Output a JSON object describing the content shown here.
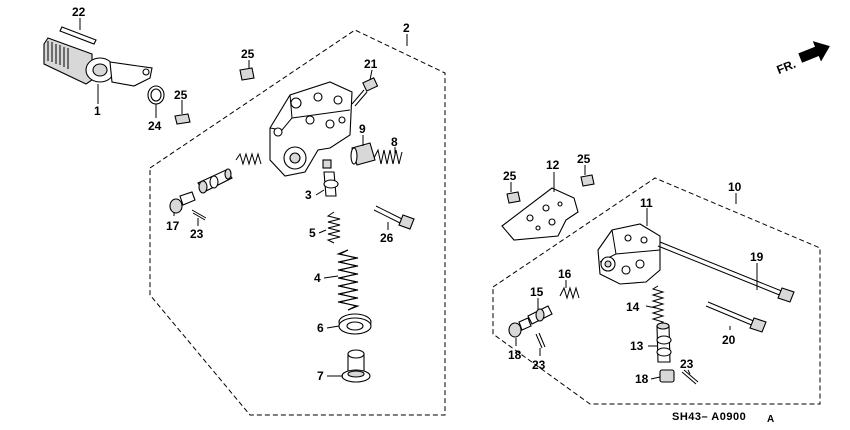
{
  "callouts": [
    {
      "id": "c22",
      "text": "22"
    },
    {
      "id": "c1",
      "text": "1"
    },
    {
      "id": "c24",
      "text": "24"
    },
    {
      "id": "c25a",
      "text": "25"
    },
    {
      "id": "c25b",
      "text": "25"
    },
    {
      "id": "c2",
      "text": "2"
    },
    {
      "id": "c21",
      "text": "21"
    },
    {
      "id": "c9",
      "text": "9"
    },
    {
      "id": "c8",
      "text": "8"
    },
    {
      "id": "c3",
      "text": "3"
    },
    {
      "id": "c17",
      "text": "17"
    },
    {
      "id": "c23a",
      "text": "23"
    },
    {
      "id": "c5",
      "text": "5"
    },
    {
      "id": "c26",
      "text": "26"
    },
    {
      "id": "c4",
      "text": "4"
    },
    {
      "id": "c6",
      "text": "6"
    },
    {
      "id": "c7",
      "text": "7"
    },
    {
      "id": "c12",
      "text": "12"
    },
    {
      "id": "c25c",
      "text": "25"
    },
    {
      "id": "c25d",
      "text": "25"
    },
    {
      "id": "c10",
      "text": "10"
    },
    {
      "id": "c11",
      "text": "11"
    },
    {
      "id": "c19",
      "text": "19"
    },
    {
      "id": "c16",
      "text": "16"
    },
    {
      "id": "c15",
      "text": "15"
    },
    {
      "id": "c14",
      "text": "14"
    },
    {
      "id": "c20",
      "text": "20"
    },
    {
      "id": "c18a",
      "text": "18"
    },
    {
      "id": "c23b",
      "text": "23"
    },
    {
      "id": "c13",
      "text": "13"
    },
    {
      "id": "c23c",
      "text": "23"
    },
    {
      "id": "c18b",
      "text": "18"
    }
  ],
  "direction_label": "FR.",
  "diagram_code": "SH43– A0900",
  "diagram_code_suffix": "A"
}
